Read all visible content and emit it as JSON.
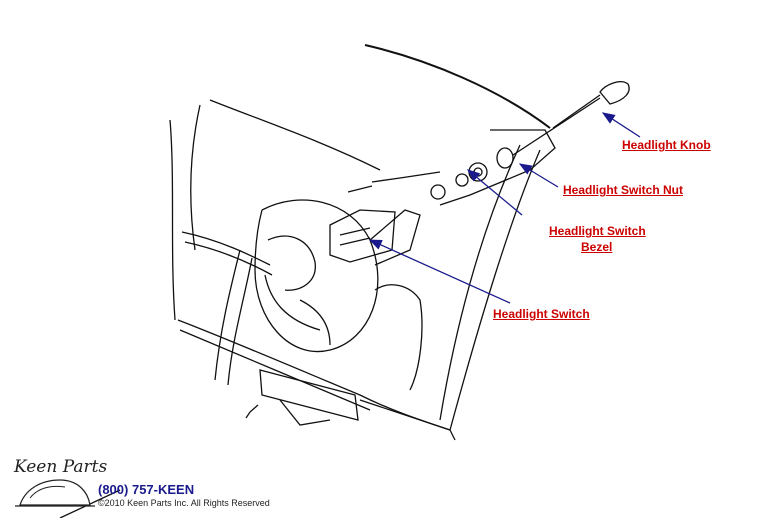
{
  "labels": {
    "knob": "Headlight Knob",
    "nut": "Headlight Switch Nut",
    "bezel_line1": "Headlight Switch",
    "bezel_line2": "Bezel",
    "switch": "Headlight Switch"
  },
  "footer": {
    "logo_text": "Keen Parts",
    "phone": "(800) 757-KEEN",
    "copyright": "©2010 Keen Parts Inc. All Rights Reserved"
  },
  "colors": {
    "label": "#cc0000",
    "arrow": "#1a1a8c",
    "line": "#111111"
  }
}
